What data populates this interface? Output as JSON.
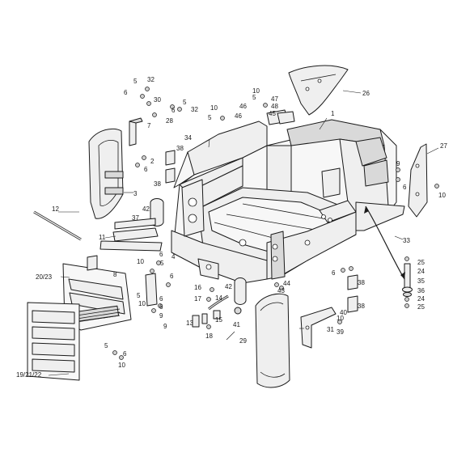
{
  "callouts": [
    {
      "id": "c-1",
      "text": "1"
    },
    {
      "id": "c-2",
      "text": "2"
    },
    {
      "id": "c-3",
      "text": "3"
    },
    {
      "id": "c-4",
      "text": "4"
    },
    {
      "id": "c-5a",
      "text": "5"
    },
    {
      "id": "c-5b",
      "text": "5"
    },
    {
      "id": "c-5c",
      "text": "5"
    },
    {
      "id": "c-5d",
      "text": "5"
    },
    {
      "id": "c-5e",
      "text": "5"
    },
    {
      "id": "c-5f",
      "text": "5"
    },
    {
      "id": "c-5g",
      "text": "5"
    },
    {
      "id": "c-6a",
      "text": "6"
    },
    {
      "id": "c-6b",
      "text": "6"
    },
    {
      "id": "c-6c",
      "text": "6"
    },
    {
      "id": "c-6d",
      "text": "6"
    },
    {
      "id": "c-6e",
      "text": "6"
    },
    {
      "id": "c-6f",
      "text": "6"
    },
    {
      "id": "c-6g",
      "text": "6"
    },
    {
      "id": "c-6h",
      "text": "6"
    },
    {
      "id": "c-6i",
      "text": "6"
    },
    {
      "id": "c-6j",
      "text": "6"
    },
    {
      "id": "c-7",
      "text": "7"
    },
    {
      "id": "c-8",
      "text": "8"
    },
    {
      "id": "c-9a",
      "text": "9"
    },
    {
      "id": "c-9b",
      "text": "9"
    },
    {
      "id": "c-9c",
      "text": "9"
    },
    {
      "id": "c-10a",
      "text": "10"
    },
    {
      "id": "c-10b",
      "text": "10"
    },
    {
      "id": "c-10c",
      "text": "10"
    },
    {
      "id": "c-10d",
      "text": "10"
    },
    {
      "id": "c-10e",
      "text": "10"
    },
    {
      "id": "c-10f",
      "text": "10"
    },
    {
      "id": "c-10g",
      "text": "10"
    },
    {
      "id": "c-11",
      "text": "11"
    },
    {
      "id": "c-12",
      "text": "12"
    },
    {
      "id": "c-13",
      "text": "13"
    },
    {
      "id": "c-14",
      "text": "14"
    },
    {
      "id": "c-15",
      "text": "15"
    },
    {
      "id": "c-16",
      "text": "16"
    },
    {
      "id": "c-17",
      "text": "17"
    },
    {
      "id": "c-18",
      "text": "18"
    },
    {
      "id": "c-19-21-22",
      "text": "19/21/22"
    },
    {
      "id": "c-20-23",
      "text": "20/23"
    },
    {
      "id": "c-24a",
      "text": "24"
    },
    {
      "id": "c-24b",
      "text": "24"
    },
    {
      "id": "c-25a",
      "text": "25"
    },
    {
      "id": "c-25b",
      "text": "25"
    },
    {
      "id": "c-26",
      "text": "26"
    },
    {
      "id": "c-27",
      "text": "27"
    },
    {
      "id": "c-28",
      "text": "28"
    },
    {
      "id": "c-29",
      "text": "29"
    },
    {
      "id": "c-30",
      "text": "30"
    },
    {
      "id": "c-31",
      "text": "31"
    },
    {
      "id": "c-32a",
      "text": "32"
    },
    {
      "id": "c-32b",
      "text": "32"
    },
    {
      "id": "c-33",
      "text": "33"
    },
    {
      "id": "c-34",
      "text": "34"
    },
    {
      "id": "c-35",
      "text": "35"
    },
    {
      "id": "c-36",
      "text": "36"
    },
    {
      "id": "c-37",
      "text": "37"
    },
    {
      "id": "c-38a",
      "text": "38"
    },
    {
      "id": "c-38b",
      "text": "38"
    },
    {
      "id": "c-38c",
      "text": "38"
    },
    {
      "id": "c-38d",
      "text": "38"
    },
    {
      "id": "c-39",
      "text": "39"
    },
    {
      "id": "c-40",
      "text": "40"
    },
    {
      "id": "c-41",
      "text": "41"
    },
    {
      "id": "c-42a",
      "text": "42"
    },
    {
      "id": "c-42b",
      "text": "42"
    },
    {
      "id": "c-43",
      "text": "43"
    },
    {
      "id": "c-44",
      "text": "44"
    },
    {
      "id": "c-45",
      "text": "45"
    },
    {
      "id": "c-46a",
      "text": "46"
    },
    {
      "id": "c-46b",
      "text": "46"
    },
    {
      "id": "c-47",
      "text": "47"
    },
    {
      "id": "c-48",
      "text": "48"
    }
  ]
}
